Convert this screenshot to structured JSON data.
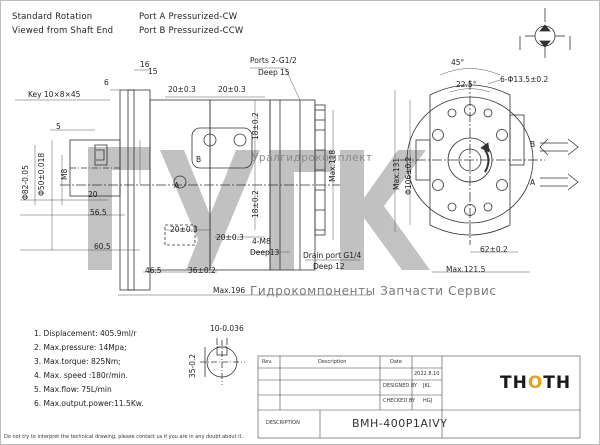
{
  "header": {
    "line1_left": "Standard Rotation",
    "line2_left": "Viewed from Shaft End",
    "line1_right": "Port A Pressurized-CW",
    "line2_right": "Port B Pressurized-CCW"
  },
  "dims": {
    "ports": "Ports 2-G1/2",
    "deep15": "Deep 15",
    "key": "Key 10×8×45",
    "d16": "16",
    "d15": "15",
    "d6": "6",
    "d5": "5",
    "m8": "M8",
    "d20a": "20",
    "d56_5": "56.5",
    "d60_5": "60.5",
    "d20x3a": "20±0.3",
    "d20x3b": "20±0.3",
    "d20x3c": "20±0.3",
    "d20x3d": "20±0.3",
    "d18x2a": "18±0.2",
    "d18x2b": "18±0.2",
    "m8b": "4-M8",
    "deep13": "Deep13",
    "max118": "Max.118",
    "max131": "Max.131",
    "d46_5": "46.5",
    "d36": "36±0.2",
    "max196": "Max.196",
    "drain": "Drain port G1/4",
    "deep12": "Deep 12",
    "d45deg": "45°",
    "d22_5": "22.5°",
    "holes": "6-Φ13.5±0.2",
    "d62": "62±0.2",
    "max121_5": "Max.121.5",
    "d106": "Φ106±0.2",
    "d82": "Φ82-0.05",
    "d50": "Φ50±0.018",
    "d10": "10-0.036",
    "d35": "35-0.2",
    "portA": "A",
    "portB": "B",
    "letterA": "A",
    "letterB": "B"
  },
  "specs": [
    "1. Displacement: 405.9ml/r",
    "2. Max.pressure: 14Mpa;",
    "3. Max.torque: 825Nm;",
    "4. Max. speed :180r/min.",
    "5. Max.flow: 75L/min",
    "6. Max.output.power:11.5Kw."
  ],
  "watermark": {
    "ru_top": "Уралгидрокомплект",
    "ru_bottom": "Гидрокомпоненты Запчасти Сервис",
    "big": "ГУГК"
  },
  "titleblock": {
    "rev_label": "Rev.",
    "desc_label": "Description",
    "date_label": "Date",
    "date_value": "2022.8.10",
    "designed_label": "DESIGNED BY",
    "designed_value": "JKL",
    "checked_label": "CHECKED BY",
    "checked_value": "HGJ",
    "description_label": "DESCRIPTION",
    "description_value": "BMH-400P1AIVY",
    "logo_part1": "TH",
    "logo_part2": "O",
    "logo_part3": "TH"
  },
  "footer": "Do not try to interpret the technical drawing, please contact us if you are in any doubt about it.",
  "colors": {
    "line": "#333333",
    "watermark": "#8a8a8a",
    "logo_dark": "#1a1a1a",
    "logo_accent": "#e8a21a"
  }
}
